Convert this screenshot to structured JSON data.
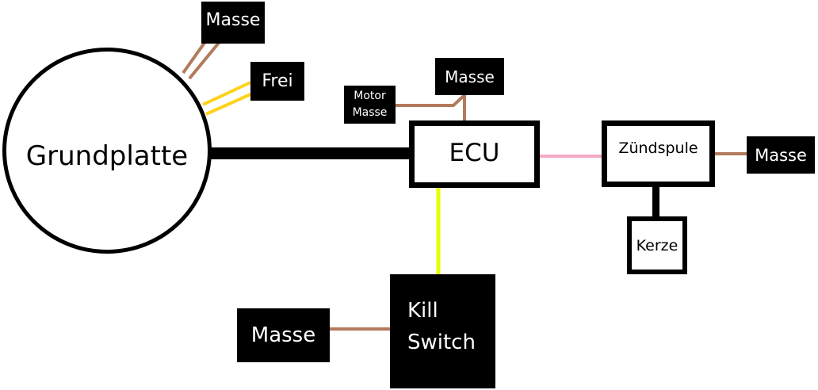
{
  "diagram": {
    "nodes": {
      "grundplatte": "Grundplatte",
      "masse_top": "Masse",
      "frei": "Frei",
      "motor_masse": [
        "Motor",
        "Masse"
      ],
      "masse_ecu": "Masse",
      "ecu": "ECU",
      "zuendspule": "Zündspule",
      "masse_right": "Masse",
      "kerze": "Kerze",
      "kill_switch": [
        "Kill",
        "Switch"
      ],
      "masse_bottom": "Masse"
    },
    "wire_colors": {
      "brown": "#b27b5c",
      "yellow": "#ffd21a",
      "black": "#000000",
      "pink": "#f5a9c6",
      "lime": "#e6ff00"
    },
    "connections": [
      {
        "from": "Grundplatte",
        "to": "Masse",
        "color": "brown",
        "double": true
      },
      {
        "from": "Grundplatte",
        "to": "Frei",
        "color": "yellow",
        "double": true
      },
      {
        "from": "Grundplatte",
        "to": "ECU",
        "color": "black",
        "thick": true
      },
      {
        "from": "Motor Masse",
        "to": "Masse",
        "color": "brown"
      },
      {
        "from": "Masse",
        "to": "ECU",
        "color": "brown"
      },
      {
        "from": "ECU",
        "to": "Zündspule",
        "color": "pink"
      },
      {
        "from": "Zündspule",
        "to": "Masse",
        "color": "brown"
      },
      {
        "from": "Zündspule",
        "to": "Kerze",
        "color": "black",
        "thick": true
      },
      {
        "from": "ECU",
        "to": "Kill Switch",
        "color": "lime"
      },
      {
        "from": "Masse",
        "to": "Kill Switch",
        "color": "brown"
      }
    ]
  }
}
